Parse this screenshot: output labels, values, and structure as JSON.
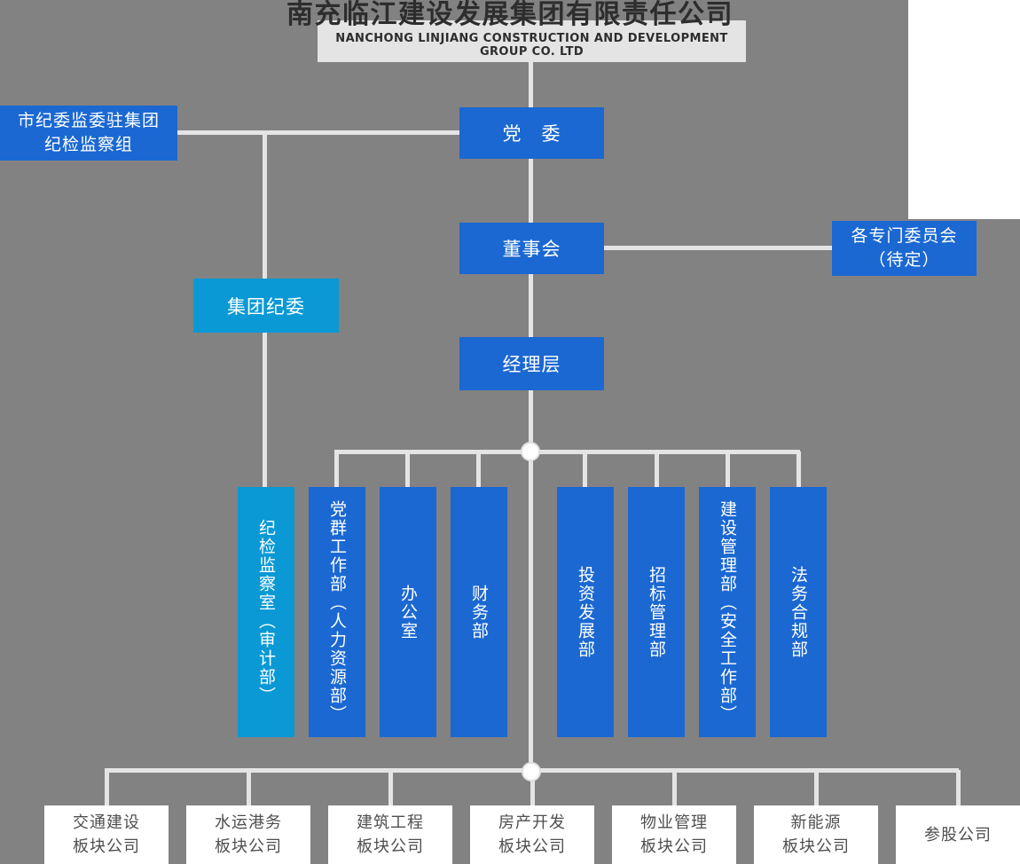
{
  "title": {
    "zh": "南充临江建设发展集团有限责任公司",
    "en": "NANCHONG LINJIANG CONSTRUCTION AND DEVELOPMENT GROUP CO. LTD"
  },
  "nodes": {
    "city_discipline_group": {
      "label": "市纪委监委驻集团\n纪检监察组"
    },
    "party_committee": {
      "label": "党　委"
    },
    "board_of_directors": {
      "label": "董事会"
    },
    "special_committees": {
      "label": "各专门委员会\n（待定）"
    },
    "group_discipline_committee": {
      "label": "集团纪委"
    },
    "management_team": {
      "label": "经理层"
    }
  },
  "departments": [
    {
      "label": "纪检监察室（审计部）",
      "accent": "#0a99d5"
    },
    {
      "label": "党群工作部（人力资源部）",
      "accent": "#1b68d2"
    },
    {
      "label": "办公室",
      "accent": "#1b68d2"
    },
    {
      "label": "财务部",
      "accent": "#1b68d2"
    },
    {
      "label": "投资发展部",
      "accent": "#1b68d2"
    },
    {
      "label": "招标管理部",
      "accent": "#1b68d2"
    },
    {
      "label": "建设管理部（安全工作部）",
      "accent": "#1b68d2"
    },
    {
      "label": "法务合规部",
      "accent": "#1b68d2"
    }
  ],
  "subsidiaries": [
    {
      "label": "交通建设\n板块公司"
    },
    {
      "label": "水运港务\n板块公司"
    },
    {
      "label": "建筑工程\n板块公司"
    },
    {
      "label": "房产开发\n板块公司"
    },
    {
      "label": "物业管理\n板块公司"
    },
    {
      "label": "新能源\n板块公司"
    },
    {
      "label": "参股公司"
    }
  ],
  "colors": {
    "background": "#828282",
    "primary_blue": "#1b68d2",
    "light_blue": "#0a99d5",
    "connector_line": "#e4e4e4",
    "title_banner": "#e4e4e4",
    "subsidiary_box": "#ffffff",
    "title_text": "#2d2d2d",
    "subsidiary_text": "#4f4f4f"
  }
}
